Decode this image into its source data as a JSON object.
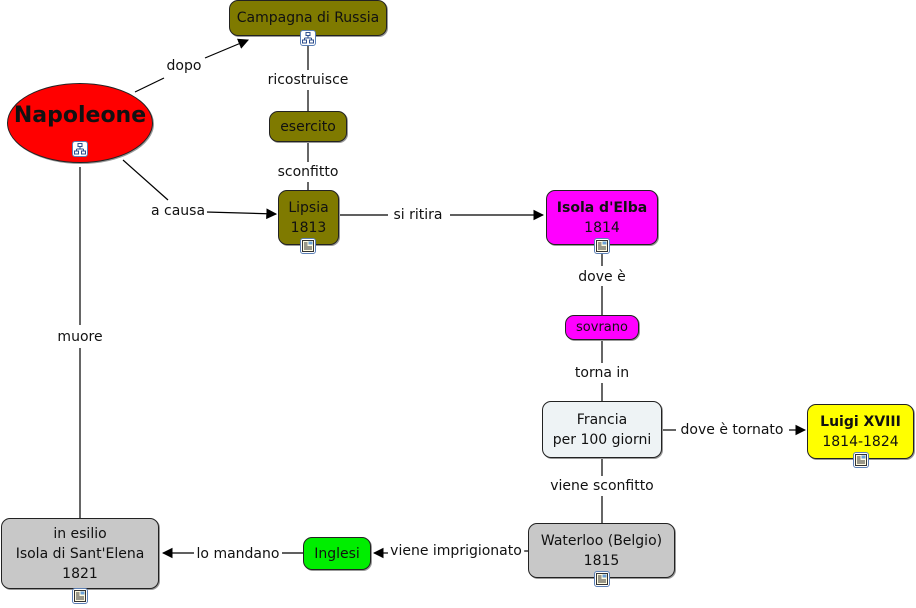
{
  "colors": {
    "olive": "#7f7a00",
    "red": "#ff0000",
    "magenta": "#ff00ff",
    "yellow": "#ffff00",
    "green": "#00ee00",
    "gray": "#c8c8c8",
    "light": "#eef3f5",
    "line": "#000000"
  },
  "nodes": {
    "napoleone": {
      "lines": [
        "Napoleone"
      ],
      "icon": "concept-map-icon"
    },
    "campagna": {
      "lines": [
        "Campagna di Russia"
      ],
      "icon": "concept-map-icon"
    },
    "esercito": {
      "lines": [
        "esercito"
      ]
    },
    "lipsia": {
      "lines": [
        "Lipsia",
        "1813"
      ],
      "icon": "document-image-icon"
    },
    "elba": {
      "lines": [
        "Isola d'Elba",
        "1814"
      ],
      "icon": "document-image-icon"
    },
    "sovrano": {
      "lines": [
        "sovrano"
      ]
    },
    "francia": {
      "lines": [
        "Francia",
        "per 100 giorni"
      ]
    },
    "luigi": {
      "lines": [
        "Luigi XVIII",
        "1814-1824"
      ],
      "icon": "document-image-icon"
    },
    "waterloo": {
      "lines": [
        "Waterloo (Belgio)",
        "1815"
      ],
      "icon": "document-image-icon"
    },
    "inglesi": {
      "lines": [
        "Inglesi"
      ]
    },
    "esilio": {
      "lines": [
        "in esilio",
        "Isola di Sant'Elena",
        "1821"
      ],
      "icon": "document-image-icon"
    }
  },
  "links": {
    "dopo": "dopo",
    "ricostruisce": "ricostruisce",
    "sconfitto": "sconfitto",
    "a_causa": "a causa",
    "si_ritira": "si ritira",
    "dove_e": "dove è",
    "torna_in": "torna in",
    "dove_e_tornato": "dove è tornato",
    "viene_sconfitto": "viene sconfitto",
    "viene_imprigionato": "viene imprigionato",
    "lo_mandano": "lo mandano",
    "muore": "muore"
  }
}
